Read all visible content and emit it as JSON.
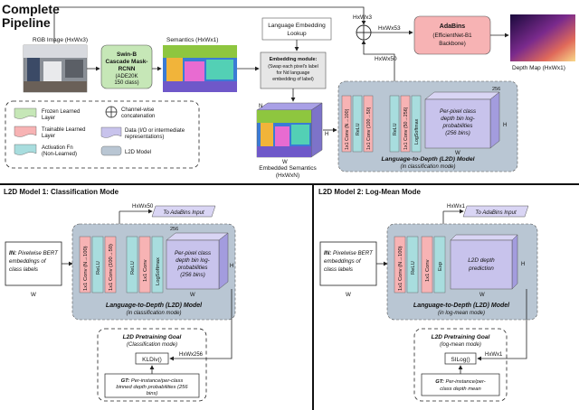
{
  "top": {
    "title_line1": "Complete",
    "title_line2": "Pipeline",
    "rgb_image_label": "RGB Image (HxWx3)",
    "swin_line1": "Swin-B",
    "swin_line2": "Cascade Mask-",
    "swin_line3": "RCNN",
    "swin_line4": "(ADE20K",
    "swin_line5": "150 class)",
    "semantics_label": "Semantics (HxWx1)",
    "lang_lookup_line1": "Language Embedding",
    "lang_lookup_line2": "Lookup",
    "embed_module_line1": "Embedding module:",
    "embed_module_line2": "(Swap each pixel's label",
    "embed_module_line3": "for Nd language",
    "embed_module_line4": "embedding of label)",
    "embedded_sem_line1": "Embedded Semantics",
    "embedded_sem_line2": "(HxWxN)",
    "dim_hxwx3": "HxWx3",
    "dim_hxwx53": "HxWx53",
    "dim_hxwx50": "HxWx50",
    "adabins_line1": "AdaBins",
    "adabins_line2": "(EfficientNet-B1",
    "adabins_line3": "Backbone)",
    "depth_map_label": "Depth Map (HxWx1)",
    "l2d_title": "Language-to-Depth (L2D) Model",
    "l2d_mode": "(in classification mode)",
    "layer1": "1x1 Conv (N→100)",
    "layer2": "ReLU",
    "layer3": "1x1 Conv (100→50)",
    "layer4": "ReLU",
    "layer5": "1x1 Conv (50→256)",
    "layer6": "LogSoftmax",
    "output_line1": "Per-pixel class",
    "output_line2": "depth bin log-",
    "output_line3": "probabilities",
    "output_line4": "(256 bins)",
    "h": "H",
    "w": "W",
    "n": "N",
    "n256": "256"
  },
  "legend": {
    "frozen_line1": "Frozen Learned",
    "frozen_line2": "Layer",
    "trainable_line1": "Trainable Learned",
    "trainable_line2": "Layer",
    "activation_line1": "Activation Fn",
    "activation_line2": "(Non-Learned)",
    "concat_line1": "Channel-wise",
    "concat_line2": "concatenation",
    "data_line1": "Data (I/O or intermediate",
    "data_line2": "representations)",
    "l2d_model": "L2D Model",
    "colors": {
      "frozen": "#c6e7b7",
      "trainable": "#f7b3b4",
      "activation": "#a8ddde",
      "data": "#c8c3ec",
      "l2d": "#b9c6d3"
    }
  },
  "left_panel": {
    "title": "L2D Model 1: Classification Mode",
    "dim_hxwx50": "HxWx50",
    "to_adabins": "To AdaBins Input",
    "in_bold": "IN:",
    "in_line1": "Pixelwise BERT",
    "in_line2": "embeddings of",
    "in_line3": "class labels",
    "w": "W",
    "h": "H",
    "n256": "256",
    "layer1": "1x1 Conv (N→100)",
    "layer2": "ReLU",
    "layer3": "1x1 Conv (100→50)",
    "layer4": "ReLU",
    "layer5": "1x1 Conv",
    "layer6": "LogSoftmax",
    "output_line1": "Per-pixel class",
    "output_line2": "depth bin log-",
    "output_line3": "probabilities",
    "output_line4": "(256 bins)",
    "l2d_title": "Language-to-Depth (L2D) Model",
    "l2d_mode": "(in classification mode)",
    "goal_title": "L2D Pretraining Goal",
    "goal_mode": "(Classification mode)",
    "loss": "KLDiv()",
    "dim_hxwx256": "HxWx256",
    "gt_bold": "GT:",
    "gt_line1": "Per-instance/per-class",
    "gt_line2": "binned depth probabilities (256",
    "gt_line3": "bins)"
  },
  "right_panel": {
    "title": "L2D Model 2: Log-Mean Mode",
    "dim_hxwx1": "HxWx1",
    "to_adabins": "To AdaBins Input",
    "in_bold": "IN:",
    "in_line1": "Pixelwise BERT",
    "in_line2": "embeddings of",
    "in_line3": "class labels",
    "w": "W",
    "h": "H",
    "layer1": "1x1 Conv (N→100)",
    "layer2": "ReLU",
    "layer3": "1x1 Conv",
    "layer4": "Exp",
    "output_line1": "L2D depth",
    "output_line2": "prediction",
    "l2d_title": "Language-to-Depth (L2D) Model",
    "l2d_mode": "(in log-mean mode)",
    "goal_title": "L2D Pretraining Goal",
    "goal_mode": "(log-mean mode)",
    "loss": "SILog()",
    "dim_hxwx1b": "HxWx1",
    "gt_bold": "GT:",
    "gt_line1": "Per-instance/per-",
    "gt_line2": "class depth mean"
  }
}
